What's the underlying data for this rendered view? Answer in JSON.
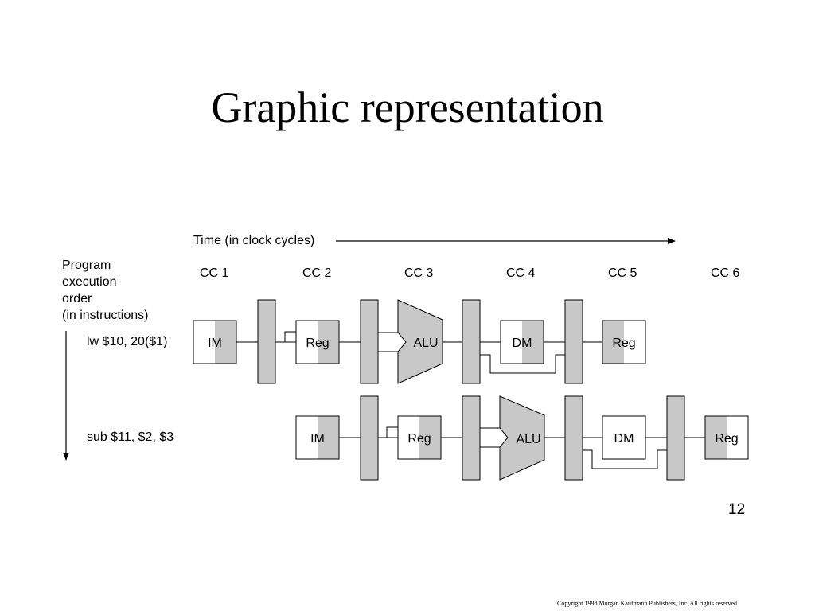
{
  "title": "Graphic representation",
  "time_label": "Time (in clock cycles)",
  "program_order": {
    "line1": "Program",
    "line2": "execution",
    "line3": "order",
    "line4": "(in instructions)"
  },
  "clock_cycles": [
    "CC 1",
    "CC 2",
    "CC 3",
    "CC 4",
    "CC 5",
    "CC 6"
  ],
  "instructions": [
    {
      "text": "lw $10, 20($1)",
      "stages": [
        "IM",
        "Reg",
        "ALU",
        "DM",
        "Reg"
      ]
    },
    {
      "text": "sub $11, $2, $3",
      "stages": [
        "IM",
        "Reg",
        "ALU",
        "DM",
        "Reg"
      ]
    }
  ],
  "page_number": "12",
  "copyright": "Copyright 1998 Morgan Kaufmann Publishers, Inc. All rights reserved.",
  "colors": {
    "shade": "#c8c8c8",
    "line": "#000000"
  }
}
